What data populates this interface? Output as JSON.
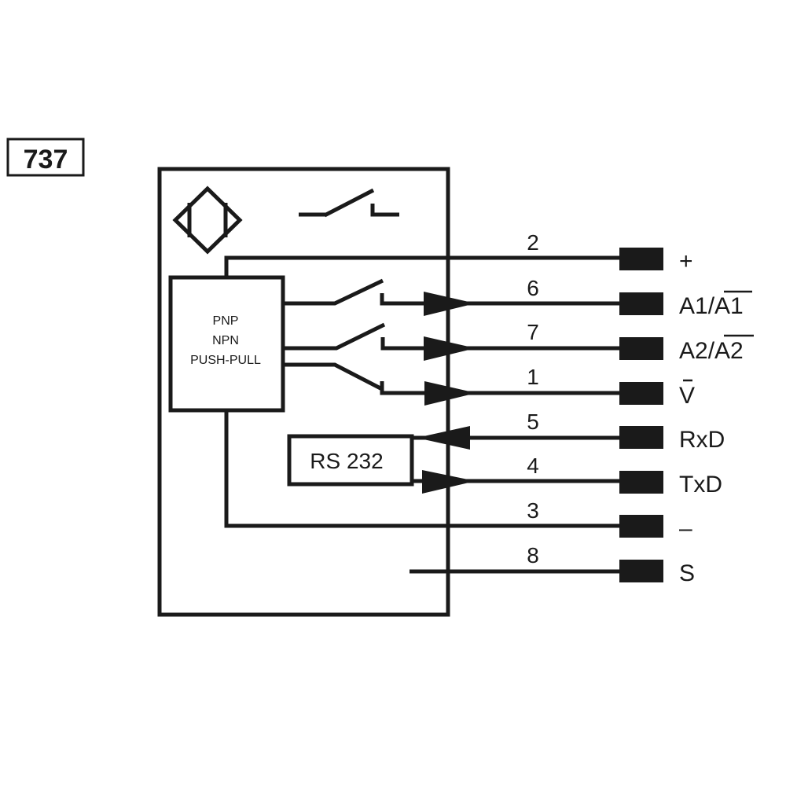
{
  "diagram": {
    "id_label": "737",
    "driver_block": {
      "lines": [
        "PNP",
        "NPN",
        "PUSH-PULL"
      ]
    },
    "rs232_block": {
      "label": "RS 232"
    },
    "colors": {
      "ink": "#1a1a1a",
      "background": "#ffffff"
    },
    "pins": [
      {
        "pin": "2",
        "label": "+",
        "direction": "none",
        "source": "driver-top"
      },
      {
        "pin": "6",
        "label": "A1/A1",
        "overline_suffix": "A1",
        "direction": "out",
        "source": "switch-1"
      },
      {
        "pin": "7",
        "label": "A2/A2",
        "overline_suffix": "A2",
        "direction": "out",
        "source": "switch-2"
      },
      {
        "pin": "1",
        "label": "V",
        "overline": true,
        "direction": "out",
        "source": "switch-3"
      },
      {
        "pin": "5",
        "label": "RxD",
        "direction": "in",
        "source": "rs232"
      },
      {
        "pin": "4",
        "label": "TxD",
        "direction": "out",
        "source": "rs232"
      },
      {
        "pin": "3",
        "label": "–",
        "direction": "none",
        "source": "driver-bottom"
      },
      {
        "pin": "8",
        "label": "S",
        "direction": "none",
        "source": "none"
      }
    ]
  }
}
